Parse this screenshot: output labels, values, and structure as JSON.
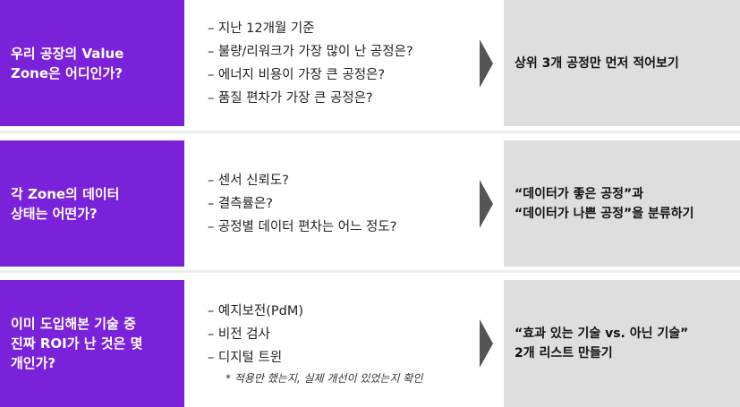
{
  "rows": [
    {
      "question": [
        "우리 공장의 Value",
        "Zone은 어디인가?"
      ],
      "items": [
        "지난 12개월 기준",
        "불량/리워크가 가장 많이 난 공정은?",
        "에너지 비용이 가장 큰 공정은?",
        "품질 편차가 가장 큰 공정은?"
      ],
      "action": [
        "상위 3개 공정만 먼저 적어보기"
      ]
    },
    {
      "question": [
        "각 Zone의 데이터",
        "상태는 어떤가?"
      ],
      "items": [
        "센서 신뢰도?",
        "결측률은?",
        "공정별 데이터 편차는 어느 정도?"
      ],
      "action": [
        "“데이터가 좋은 공정”과",
        "“데이터가 나쁜 공정”을 분류하기"
      ]
    },
    {
      "question": [
        "이미 도입해본 기술 중",
        "진짜 ROI가 난 것은 몇",
        "개인가?"
      ],
      "items": [
        "예지보전(PdM)",
        "비전 검사",
        "디지털 트윈"
      ],
      "note": "* 적용만 했는지, 실제 개선이 있었는지 확인",
      "action": [
        "“효과 있는 기술 vs. 아닌 기술”",
        "2개 리스트 만들기"
      ]
    }
  ],
  "colors": {
    "accent": "#7a22d9",
    "action_bg": "#dedede",
    "arrow": "#555555"
  }
}
